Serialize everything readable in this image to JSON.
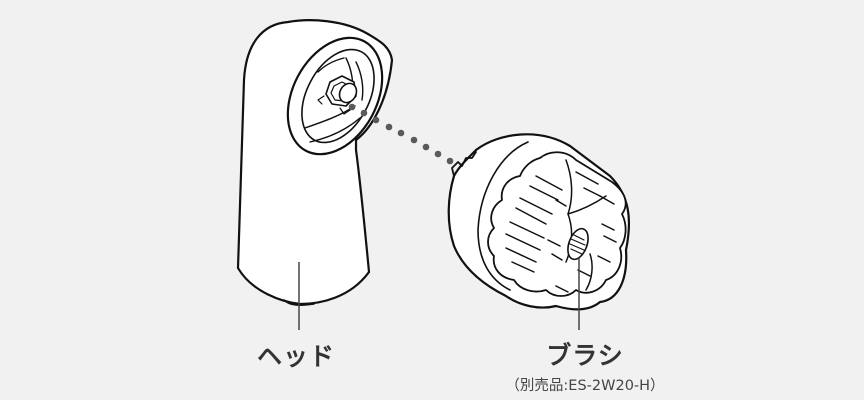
{
  "diagram": {
    "background_color": "#f1f1f1",
    "line_color": "#111111",
    "leader_line_color": "#444444",
    "dot_color": "#5a5a5a",
    "parts": [
      {
        "id": "head",
        "label": "ヘッド",
        "description": "Cleansing head unit (white body with circular socket and hex connector)"
      },
      {
        "id": "brush",
        "label": "ブラシ",
        "note": "（別売品:ES-2W20-H）",
        "description": "Detachable brush attachment with soft bristle tufts"
      }
    ],
    "connector": {
      "style": "dotted",
      "from": "head",
      "to": "brush",
      "dot_count": 9
    }
  }
}
